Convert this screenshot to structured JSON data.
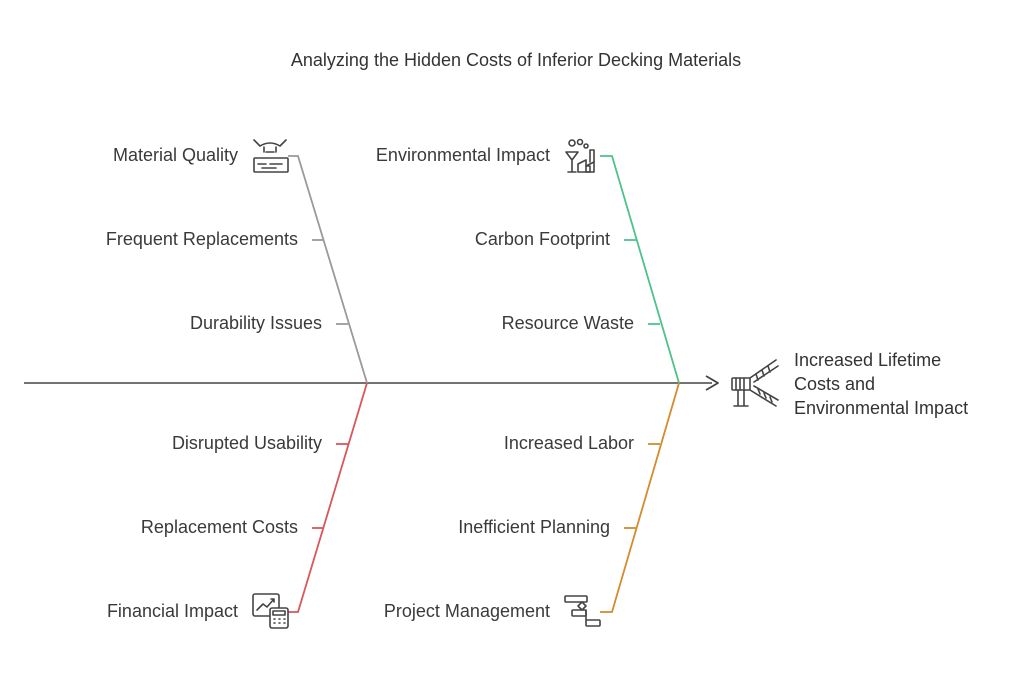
{
  "title": "Analyzing the Hidden Costs of Inferior Decking Materials",
  "effect": {
    "lines": [
      "Increased Lifetime",
      "Costs and",
      "Environmental Impact"
    ]
  },
  "categories": [
    {
      "id": "material-quality",
      "label": "Material Quality",
      "color": "#9a9a9a",
      "icon": "material-quality-icon",
      "causes": [
        "Frequent Replacements",
        "Durability Issues"
      ]
    },
    {
      "id": "environmental-impact",
      "label": "Environmental Impact",
      "color": "#4cc38a",
      "icon": "factory-icon",
      "causes": [
        "Carbon Footprint",
        "Resource Waste"
      ]
    },
    {
      "id": "financial-impact",
      "label": "Financial Impact",
      "color": "#d9565a",
      "icon": "calculator-chart-icon",
      "causes": [
        "Disrupted Usability",
        "Replacement Costs"
      ]
    },
    {
      "id": "project-management",
      "label": "Project Management",
      "color": "#d58a2c",
      "icon": "gantt-icon",
      "causes": [
        "Increased Labor",
        "Inefficient Planning"
      ]
    }
  ],
  "colors": {
    "spine": "#444444"
  }
}
